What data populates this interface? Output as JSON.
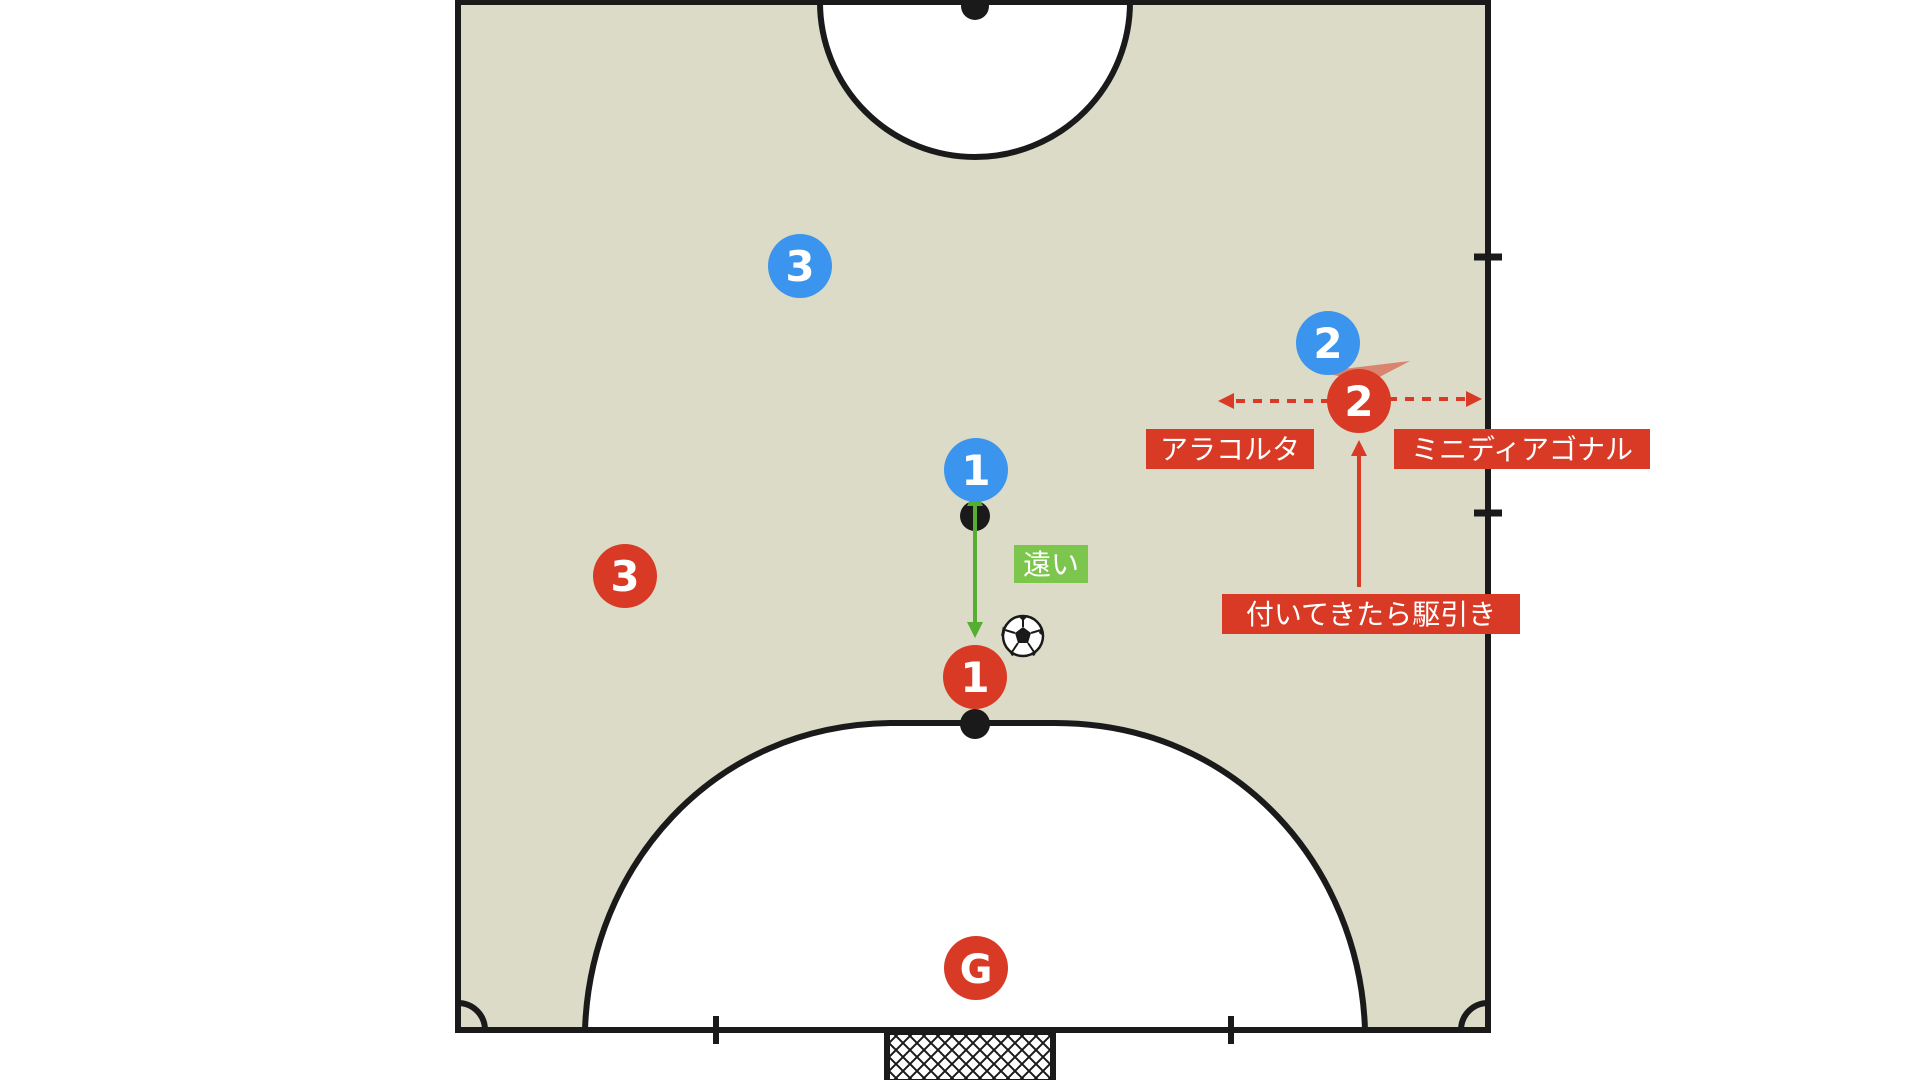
{
  "colors": {
    "court_fill": "#dbdbc8",
    "line": "#1a1a1a",
    "team_red": "#d93a26",
    "team_blue": "#3b95ee",
    "label_red": "#d93a26",
    "label_green": "#7dc64d",
    "arrow_green": "#55ad32"
  },
  "players": {
    "blue_1": "1",
    "blue_2": "2",
    "blue_3": "3",
    "red_1": "1",
    "red_2": "2",
    "red_3": "3",
    "goalkeeper": "G"
  },
  "labels": {
    "distance": "遠い",
    "ala_corta": "アラコルタ",
    "mini_diagonal": "ミニディアゴナル",
    "drag_run": "付いてきたら駆引き"
  },
  "icons": {
    "ball": "soccer-ball-icon"
  }
}
